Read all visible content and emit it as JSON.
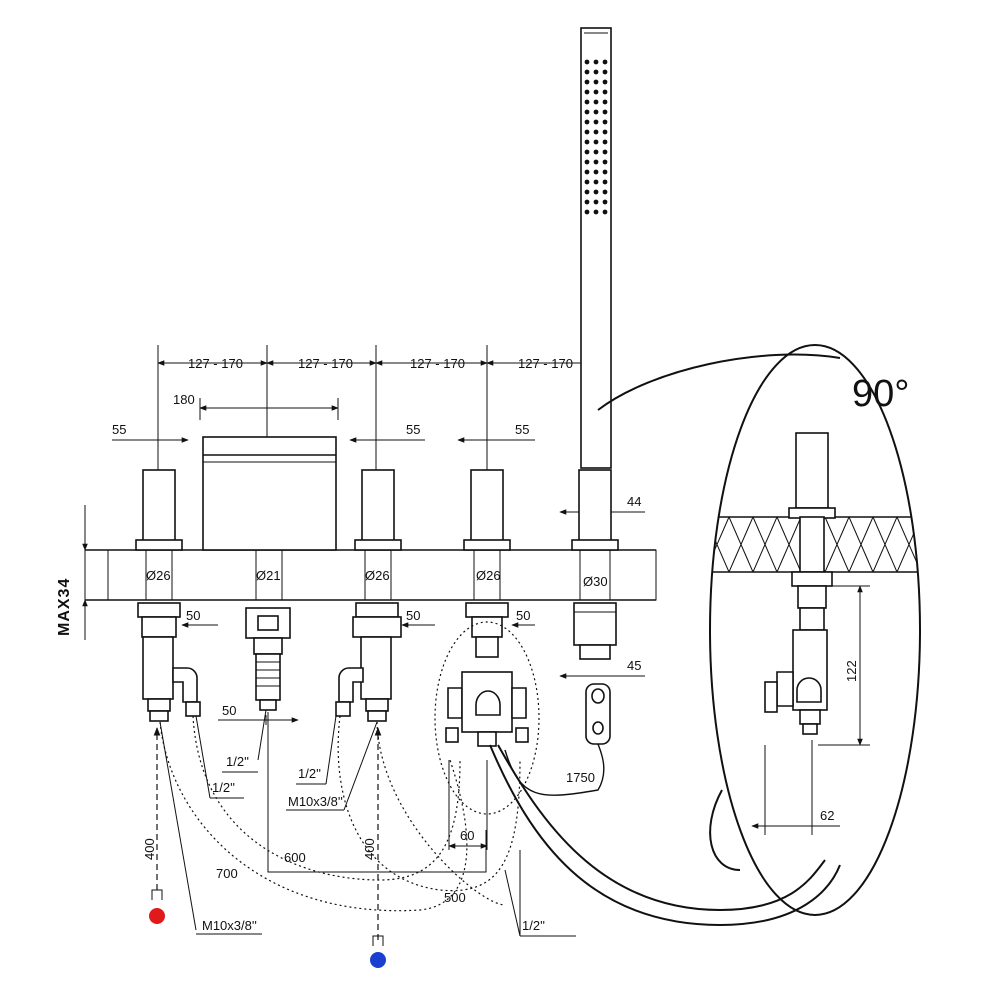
{
  "dimensions": {
    "spacing": "127 - 170",
    "width_180": "180",
    "d55": "55",
    "d44": "44",
    "d45": "45",
    "max34": "MAX34",
    "dia26": "Ø26",
    "dia21": "Ø21",
    "dia30": "Ø30",
    "d50": "50",
    "half_inch": "1/2''",
    "m10": "M10x3/8''",
    "d400": "400",
    "d700": "700",
    "d600": "600",
    "d500": "500",
    "d60": "60",
    "d1750": "1750",
    "d122": "122",
    "d62": "62",
    "angle": "90°"
  },
  "colors": {
    "hot": "#e01a1a",
    "cold": "#1a3fd1",
    "ink": "#111111"
  },
  "icons": {
    "hot_supply": "hot-water-supply-icon",
    "cold_supply": "cold-water-supply-icon"
  }
}
